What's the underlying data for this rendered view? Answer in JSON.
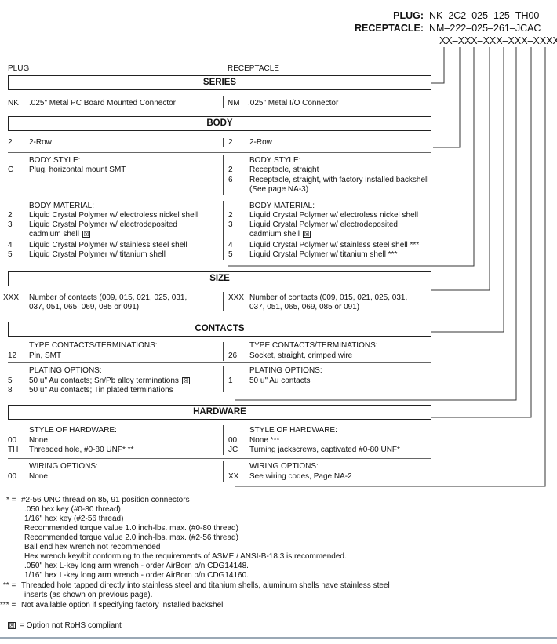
{
  "header": {
    "plug_label": "PLUG:",
    "receptacle_label": "RECEPTACLE:",
    "plug_code": "NK–2C2–025–125–TH00",
    "receptacle_code": "NM–222–025–261–JCAC",
    "template_code": "XX–XXX–XXX–XXX–XXXX"
  },
  "columns": {
    "plug": "PLUG",
    "receptacle": "RECEPTACLE"
  },
  "series": {
    "title": "SERIES",
    "plug_code": "NK",
    "plug_desc": ".025\" Metal PC Board Mounted Connector",
    "rec_code": "NM",
    "rec_desc": ".025\" Metal I/O Connector"
  },
  "body": {
    "title": "BODY",
    "row_plug_code": "2",
    "row_plug_desc": "2-Row",
    "row_rec_code": "2",
    "row_rec_desc": "2-Row",
    "style_heading": "BODY STYLE:",
    "style_plug_code": "C",
    "style_plug_desc": "Plug, horizontal mount SMT",
    "style_rec_1_code": "2",
    "style_rec_1_desc": "Receptacle, straight",
    "style_rec_2_code": "6",
    "style_rec_2_desc_1": "Receptacle, straight, with factory installed backshell",
    "style_rec_2_desc_2": "(See page NA-3)",
    "material_heading": "BODY MATERIAL:",
    "mat_2": "Liquid Crystal Polymer w/ electroless nickel shell",
    "mat_3a": "Liquid Crystal Polymer w/ electrodeposited",
    "mat_3b": "cadmium shell",
    "mat_4_plug": "Liquid Crystal Polymer w/ stainless steel shell",
    "mat_5_plug": "Liquid Crystal Polymer w/ titanium shell",
    "mat_4_rec": "Liquid Crystal Polymer w/ stainless steel shell ***",
    "mat_5_rec": "Liquid Crystal Polymer w/ titanium shell ***",
    "code_2": "2",
    "code_3": "3",
    "code_4": "4",
    "code_5": "5"
  },
  "size": {
    "title": "SIZE",
    "code": "XXX",
    "desc_1": "Number of contacts (009, 015, 021, 025, 031,",
    "desc_2": "037, 051, 065, 069, 085 or 091)"
  },
  "contacts": {
    "title": "CONTACTS",
    "type_heading": "TYPE CONTACTS/TERMINATIONS:",
    "plug_type_code": "12",
    "plug_type_desc": "Pin, SMT",
    "rec_type_code": "26",
    "rec_type_desc": "Socket, straight, crimped wire",
    "plating_heading": "PLATING OPTIONS:",
    "plug_plat_1_code": "5",
    "plug_plat_1_desc": "50 u\" Au contacts; Sn/Pb alloy terminations",
    "plug_plat_2_code": "8",
    "plug_plat_2_desc": "50 u\" Au contacts; Tin plated terminations",
    "rec_plat_code": "1",
    "rec_plat_desc": "50 u\" Au contacts"
  },
  "hardware": {
    "title": "HARDWARE",
    "style_heading": "STYLE OF HARDWARE:",
    "plug_1_code": "00",
    "plug_1_desc": "None",
    "plug_2_code": "TH",
    "plug_2_desc": "Threaded hole, #0-80 UNF*  **",
    "rec_1_code": "00",
    "rec_1_desc": "None  ***",
    "rec_2_code": "JC",
    "rec_2_desc": "Turning jackscrews, captivated #0-80 UNF*",
    "wiring_heading": "WIRING OPTIONS:",
    "plug_w_code": "00",
    "plug_w_desc": "None",
    "rec_w_code": "XX",
    "rec_w_desc": "See wiring codes, Page NA-2"
  },
  "notes": {
    "star1_mark": "* =",
    "star1_lines": [
      "#2-56 UNC thread on 85, 91 position connectors",
      ".050 hex key (#0-80 thread)",
      "1/16\" hex key (#2-56 thread)",
      "Recommended torque value 1.0 inch-lbs. max. (#0-80 thread)",
      "Recommended torque value 2.0 inch-lbs. max. (#2-56 thread)",
      "Ball end hex wrench not recommended",
      "Hex wrench key/bit conforming to the requirements of ASME / ANSI-B-18.3 is recommended.",
      ".050\" hex L-key long arm wrench - order AirBorn p/n CDG14148.",
      "1/16\" hex L-key long arm wrench - order AirBorn p/n CDG14160."
    ],
    "star2_mark": "** =",
    "star2_lines": [
      "Threaded hole tapped directly into stainless steel and titanium shells, aluminum shells have stainless steel",
      "inserts (as shown on previous page)."
    ],
    "star3_mark": "*** =",
    "star3_text": "Not available option if specifying factory installed backshell",
    "rohs_text": "= Option not RoHS compliant",
    "xbox_glyph": "☒"
  }
}
